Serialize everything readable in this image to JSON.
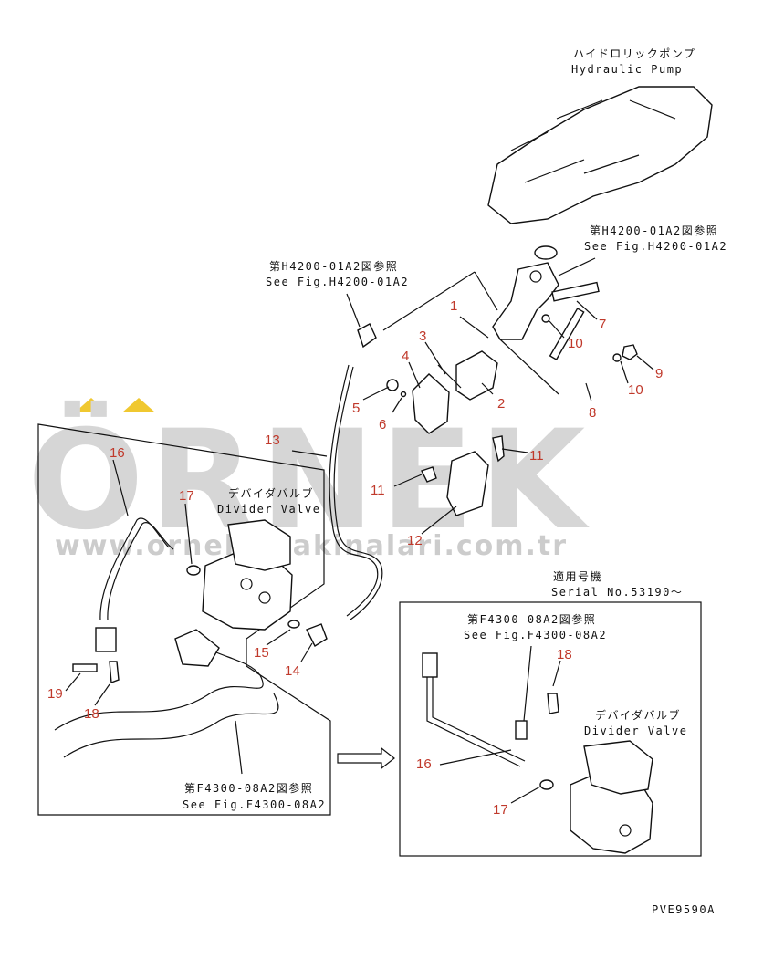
{
  "watermark": {
    "brand": "ÖRNEK",
    "url": "www.orneksmakinalari.com.tr",
    "accent_color": "#f0c830"
  },
  "labels": {
    "hydraulic_pump_jp": "ハイドロリックポンプ",
    "hydraulic_pump_en": "Hydraulic Pump",
    "ref_h4200_top_jp": "第H4200-01A2図参照",
    "ref_h4200_top_en": "See Fig.H4200-01A2",
    "ref_h4200_left_jp": "第H4200-01A2図参照",
    "ref_h4200_left_en": "See Fig.H4200-01A2",
    "divider_valve_jp": "デバイダバルブ",
    "divider_valve_en": "Divider Valve",
    "ref_f4300_left_jp": "第F4300-08A2図参照",
    "ref_f4300_left_en": "See Fig.F4300-08A2",
    "applicable_jp": "適用号機",
    "serial": "Serial No.53190〜",
    "ref_f4300_inset_jp": "第F4300-08A2図参照",
    "ref_f4300_inset_en": "See Fig.F4300-08A2",
    "divider_valve_inset_jp": "デバイダバルブ",
    "divider_valve_inset_en": "Divider Valve",
    "drawing_code": "PVE9590A"
  },
  "callouts": {
    "n1": "1",
    "n2": "2",
    "n3": "3",
    "n4": "4",
    "n5": "5",
    "n6": "6",
    "n7": "7",
    "n8": "8",
    "n9": "9",
    "n10a": "10",
    "n10b": "10",
    "n11a": "11",
    "n11b": "11",
    "n12": "12",
    "n13": "13",
    "n14": "14",
    "n15": "15",
    "n16": "16",
    "n17": "17",
    "n18": "18",
    "n19": "19",
    "n16b": "16",
    "n17b": "17",
    "n18b": "18"
  }
}
